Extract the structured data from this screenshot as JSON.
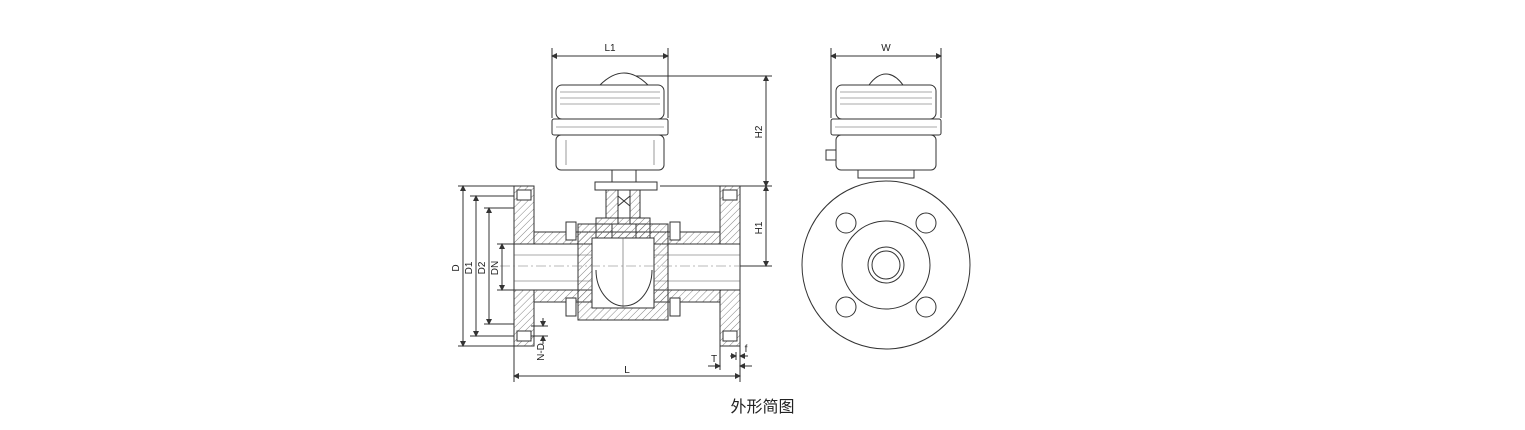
{
  "caption": "外形简图",
  "labels": {
    "L1": "L1",
    "W": "W",
    "H2": "H2",
    "H1": "H1",
    "D": "D",
    "D1": "D1",
    "D2": "D2",
    "DN": "DN",
    "ND": "N-D",
    "L": "L",
    "T": "T",
    "f": "f"
  }
}
